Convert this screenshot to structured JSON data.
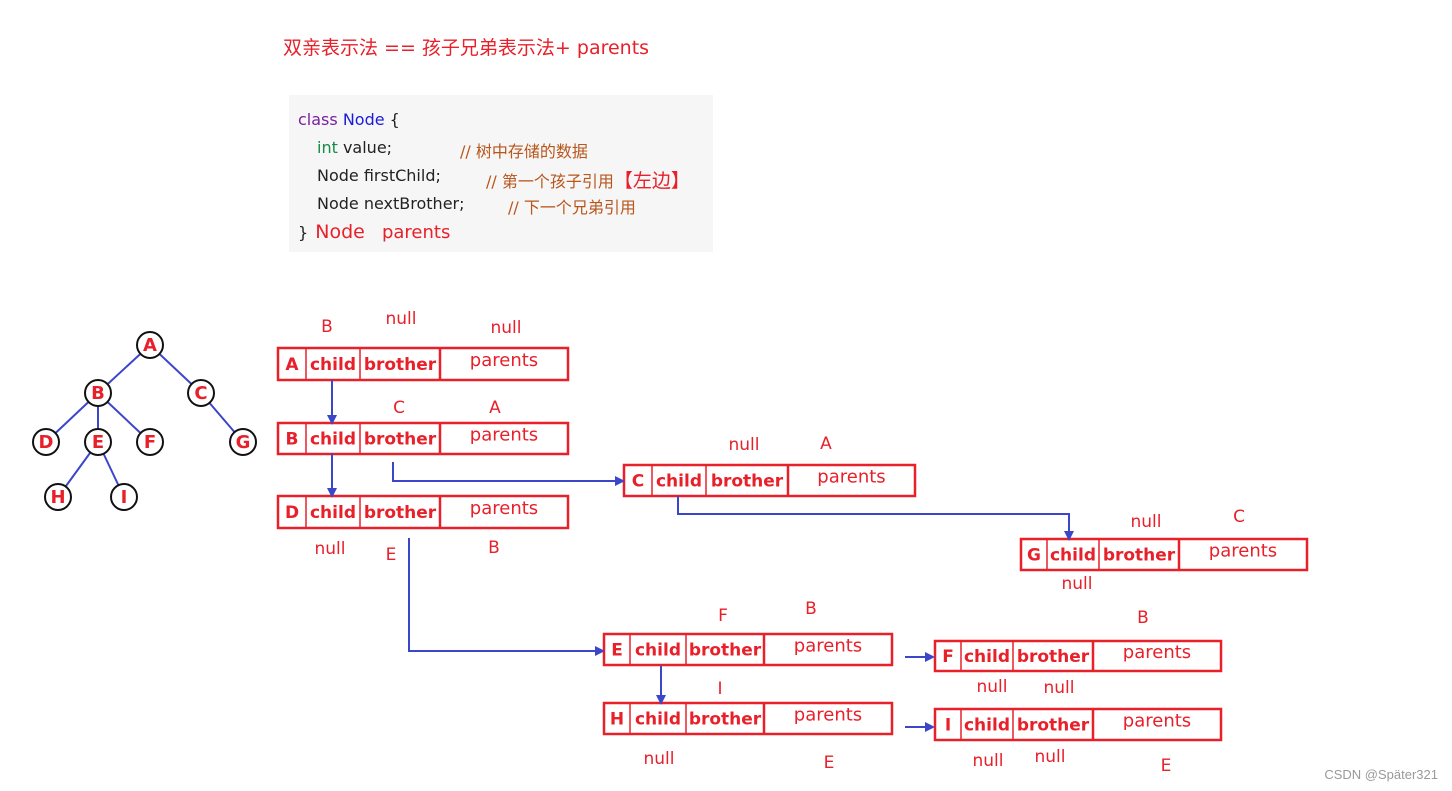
{
  "title": "双亲表示法 == 孩子兄弟表示法+ parents",
  "code": {
    "line1_kw": "class",
    "line1_name": "Node",
    "line1_brace": "{",
    "line2_type": "int",
    "line2_rest": "value;",
    "line2_comment": "// 树中存储的数据",
    "line3_code": "Node firstChild;",
    "line3_comment": "// 第一个孩子引用",
    "line3_annot": "【左边】",
    "line4_code": "Node nextBrother;",
    "line4_comment": "// 下一个兄弟引用",
    "line5_brace": "}",
    "line5_annot1": "Node",
    "line5_annot2": "parents"
  },
  "tree": {
    "nodes": [
      "A",
      "B",
      "C",
      "D",
      "E",
      "F",
      "G",
      "H",
      "I"
    ]
  },
  "records": [
    {
      "name": "A",
      "child": "child",
      "brother": "brother",
      "parents": "parents",
      "notes": {
        "above_child": "B",
        "above_brother": "null",
        "above_parents": "null"
      }
    },
    {
      "name": "B",
      "child": "child",
      "brother": "brother",
      "parents": "parents",
      "notes": {
        "above_brother": "C",
        "above_parents": "A"
      }
    },
    {
      "name": "D",
      "child": "child",
      "brother": "brother",
      "parents": "parents",
      "notes": {
        "below_child": "null",
        "below_brother": "E",
        "below_parents": "B"
      }
    },
    {
      "name": "C",
      "child": "child",
      "brother": "brother",
      "parents": "parents",
      "notes": {
        "above_brother": "null",
        "above_parents": "A"
      }
    },
    {
      "name": "G",
      "child": "child",
      "brother": "brother",
      "parents": "parents",
      "notes": {
        "above_brother": "null",
        "above_parents": "C",
        "below_child": "null"
      }
    },
    {
      "name": "E",
      "child": "child",
      "brother": "brother",
      "parents": "parents",
      "notes": {
        "above_brother": "F",
        "above_parents": "B",
        "below_brother": "I"
      }
    },
    {
      "name": "F",
      "child": "child",
      "brother": "brother",
      "parents": "parents",
      "notes": {
        "above_parents": "B",
        "below_child": "null",
        "below_brother": "null"
      }
    },
    {
      "name": "H",
      "child": "child",
      "brother": "brother",
      "parents": "parents",
      "notes": {
        "below_child": "null",
        "below_parents": "E"
      }
    },
    {
      "name": "I",
      "child": "child",
      "brother": "brother",
      "parents": "parents",
      "notes": {
        "below_child": "null",
        "below_brother": "null",
        "below_parents": "E"
      }
    }
  ],
  "watermark": "CSDN @Später321",
  "colors": {
    "red": "#e8202a",
    "arrow": "#3c46c8",
    "code_bg": "#f6f6f6"
  }
}
